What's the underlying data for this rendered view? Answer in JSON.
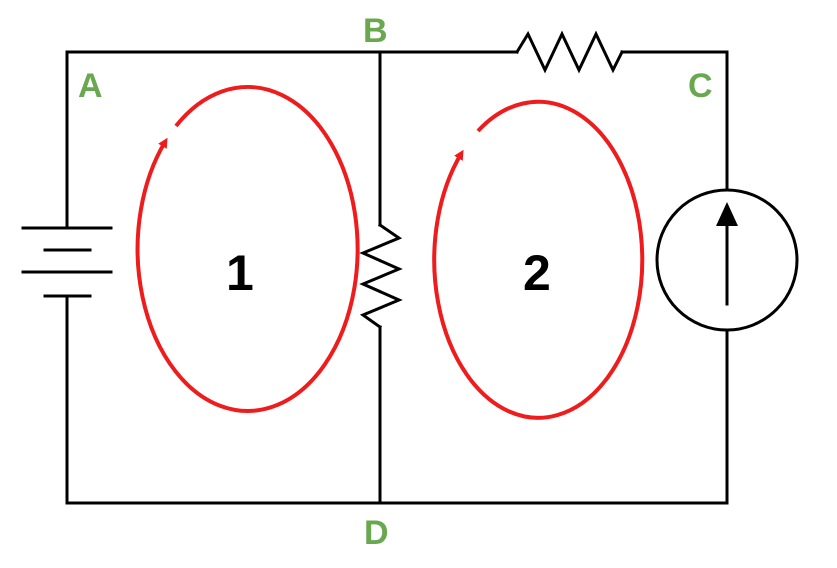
{
  "nodes": {
    "a": "A",
    "b": "B",
    "c": "C",
    "d": "D"
  },
  "loops": {
    "loop_1": "1",
    "loop_2": "2"
  },
  "colors": {
    "wire": "#000000",
    "node_label": "#6aa84f",
    "loop_arrow": "#ee1c1c",
    "loop_label": "#000000"
  },
  "components": {
    "left_branch": "battery",
    "middle_branch": "resistor",
    "top_right_branch": "resistor",
    "right_branch": "current-source-arrow-up"
  },
  "loop_direction": "clockwise"
}
